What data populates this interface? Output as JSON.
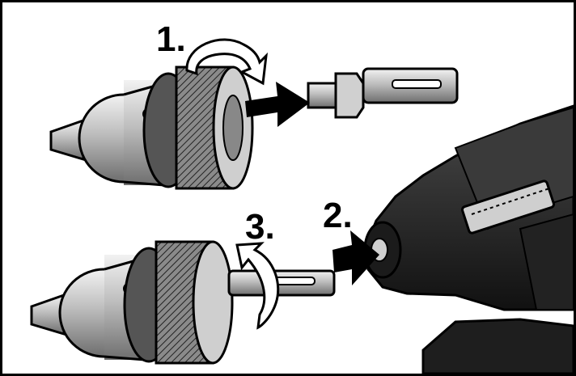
{
  "steps": [
    {
      "label": "1."
    },
    {
      "label": "2."
    },
    {
      "label": "3."
    }
  ],
  "icons": [
    "drill-chuck-icon",
    "sds-adapter-shank-icon",
    "rotary-hammer-icon",
    "rotate-arrow-icon",
    "insert-arrow-icon"
  ],
  "colors": {
    "ink": "#000000",
    "metal_light": "#d9d9d9",
    "metal_mid": "#9a9a9a",
    "body_dark": "#2a2a2a",
    "paper": "#ffffff"
  }
}
